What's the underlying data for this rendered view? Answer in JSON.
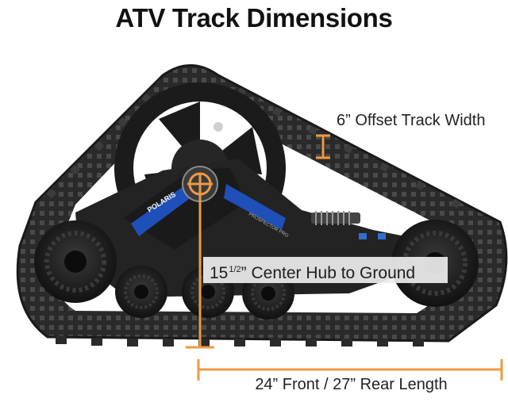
{
  "title": "ATV Track Dimensions",
  "colors": {
    "dimension_line": "#ee9a42",
    "track_rubber": "#2b2b2b",
    "accent_blue": "#1f4fb8"
  },
  "annotations": {
    "offset_track_width": "6” Offset Track Width",
    "hub_to_ground_whole": "15",
    "hub_to_ground_fraction": "1/2",
    "hub_to_ground_rest": "” Center Hub to Ground",
    "length": "24” Front / 27” Rear Length"
  },
  "product": {
    "brand_mark": "POLARIS",
    "model_mark": "PROSPECTOR PRO"
  }
}
